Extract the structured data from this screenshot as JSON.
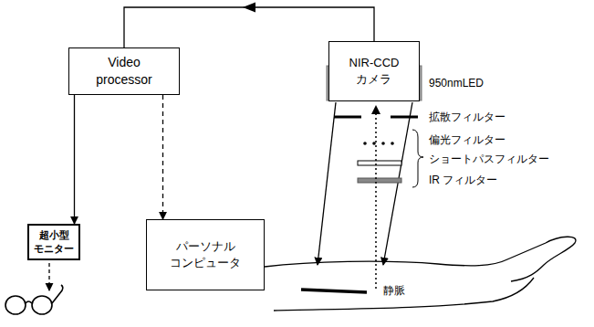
{
  "diagram": {
    "nodes": [
      {
        "text": [
          "NIR-CCD カメラ"
        ]
      },
      {
        "text": [
          "Video processor"
        ]
      },
      {
        "text": [
          "超小型 モニター"
        ]
      },
      {
        "text": [
          "パーソナル コンピュータ"
        ]
      }
    ],
    "edges": [
      {
        "from": 0,
        "to": 1,
        "arrow": "to"
      },
      {
        "from": 1,
        "to": 2,
        "arrow": "to"
      },
      {
        "from": 1,
        "to": 3,
        "arrow": "to"
      }
    ],
    "labels": [
      "950nmLED",
      "拡散フィルター",
      "偏光フィルター",
      "ショートパスフィルター",
      "IR フィルター",
      "静脈"
    ]
  }
}
